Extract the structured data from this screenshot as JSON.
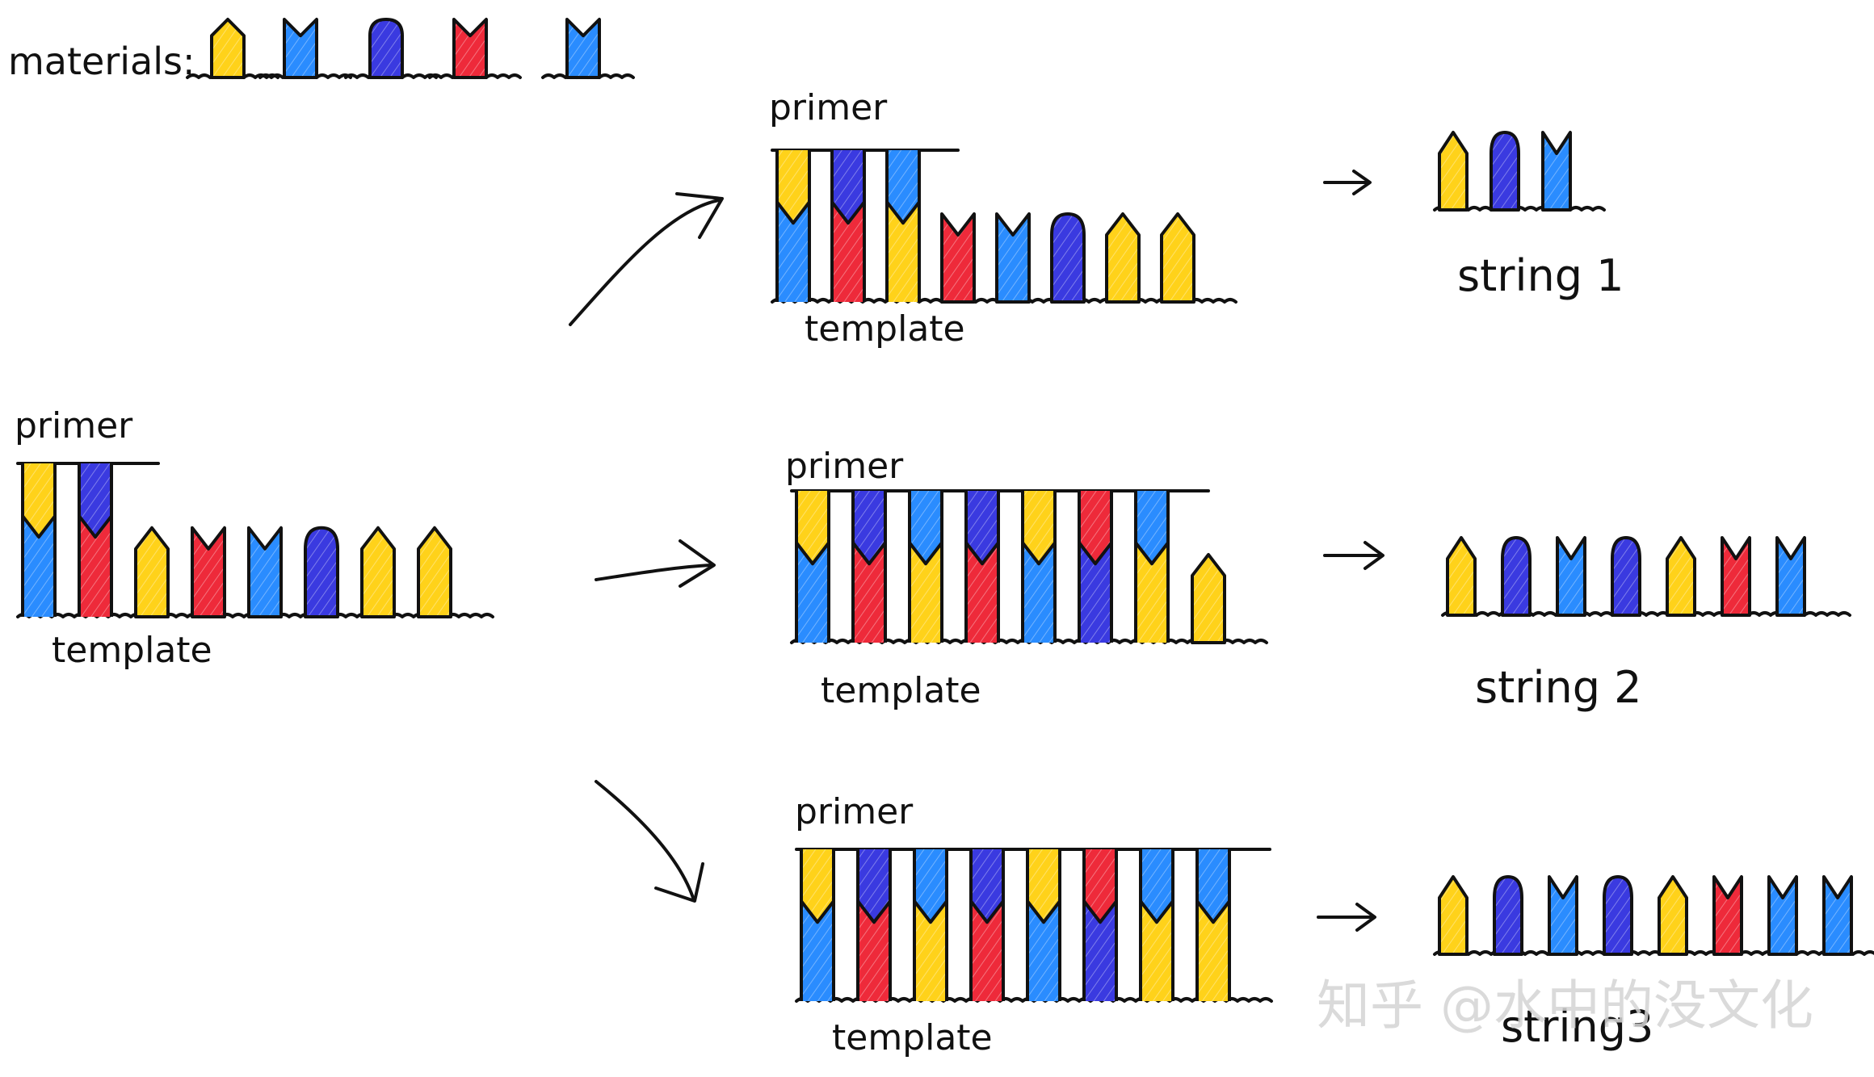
{
  "colors": {
    "yellow": "#ffd21a",
    "blue": "#2a8cff",
    "indigo": "#3a3ae0",
    "red": "#ee2a3a",
    "ink": "#111111"
  },
  "icons": {
    "arrow": "arrow-icon",
    "unit_shapes": [
      "point-top",
      "round-top",
      "notch-top"
    ]
  },
  "labels": {
    "materials": "materials:",
    "primer": "primer",
    "template": "template",
    "string1": "string 1",
    "string2": "string 2",
    "string3": "string3",
    "watermark": "知乎 @水中的没文化"
  },
  "materials": [
    {
      "shape": "point",
      "color": "yellow"
    },
    {
      "shape": "notch",
      "color": "blue"
    },
    {
      "shape": "round",
      "color": "indigo"
    },
    {
      "shape": "notch",
      "color": "red"
    },
    {
      "shape": "notch",
      "color": "blue"
    }
  ],
  "template": {
    "primer_pairs": [
      {
        "top": "yellow",
        "bottom": "blue"
      },
      {
        "top": "indigo",
        "bottom": "red"
      }
    ],
    "free_units": [
      {
        "shape": "point",
        "color": "yellow"
      },
      {
        "shape": "notch",
        "color": "red"
      },
      {
        "shape": "notch",
        "color": "blue"
      },
      {
        "shape": "round",
        "color": "indigo"
      },
      {
        "shape": "point",
        "color": "yellow"
      },
      {
        "shape": "point",
        "color": "yellow"
      }
    ]
  },
  "outcomes": [
    {
      "pairs": [
        {
          "top": "yellow",
          "bottom": "blue"
        },
        {
          "top": "indigo",
          "bottom": "red"
        },
        {
          "top": "blue",
          "bottom": "yellow"
        }
      ],
      "free_units": [
        {
          "shape": "notch",
          "color": "red"
        },
        {
          "shape": "notch",
          "color": "blue"
        },
        {
          "shape": "round",
          "color": "indigo"
        },
        {
          "shape": "point",
          "color": "yellow"
        },
        {
          "shape": "point",
          "color": "yellow"
        }
      ],
      "string": [
        {
          "shape": "point",
          "color": "yellow"
        },
        {
          "shape": "round",
          "color": "indigo"
        },
        {
          "shape": "notch",
          "color": "blue"
        }
      ],
      "string_label_key": "string1"
    },
    {
      "pairs": [
        {
          "top": "yellow",
          "bottom": "blue"
        },
        {
          "top": "indigo",
          "bottom": "red"
        },
        {
          "top": "blue",
          "bottom": "yellow"
        },
        {
          "top": "indigo",
          "bottom": "red"
        },
        {
          "top": "yellow",
          "bottom": "blue"
        },
        {
          "top": "red",
          "bottom": "indigo"
        },
        {
          "top": "blue",
          "bottom": "yellow"
        }
      ],
      "free_units": [
        {
          "shape": "point",
          "color": "yellow"
        }
      ],
      "string": [
        {
          "shape": "point",
          "color": "yellow"
        },
        {
          "shape": "round",
          "color": "indigo"
        },
        {
          "shape": "notch",
          "color": "blue"
        },
        {
          "shape": "round",
          "color": "indigo"
        },
        {
          "shape": "point",
          "color": "yellow"
        },
        {
          "shape": "notch",
          "color": "red"
        },
        {
          "shape": "notch",
          "color": "blue"
        }
      ],
      "string_label_key": "string2"
    },
    {
      "pairs": [
        {
          "top": "yellow",
          "bottom": "blue"
        },
        {
          "top": "indigo",
          "bottom": "red"
        },
        {
          "top": "blue",
          "bottom": "yellow"
        },
        {
          "top": "indigo",
          "bottom": "red"
        },
        {
          "top": "yellow",
          "bottom": "blue"
        },
        {
          "top": "red",
          "bottom": "indigo"
        },
        {
          "top": "blue",
          "bottom": "yellow"
        },
        {
          "top": "blue",
          "bottom": "yellow"
        }
      ],
      "free_units": [],
      "string": [
        {
          "shape": "point",
          "color": "yellow"
        },
        {
          "shape": "round",
          "color": "indigo"
        },
        {
          "shape": "notch",
          "color": "blue"
        },
        {
          "shape": "round",
          "color": "indigo"
        },
        {
          "shape": "point",
          "color": "yellow"
        },
        {
          "shape": "notch",
          "color": "red"
        },
        {
          "shape": "notch",
          "color": "blue"
        },
        {
          "shape": "notch",
          "color": "blue"
        }
      ],
      "string_label_key": "string3"
    }
  ]
}
